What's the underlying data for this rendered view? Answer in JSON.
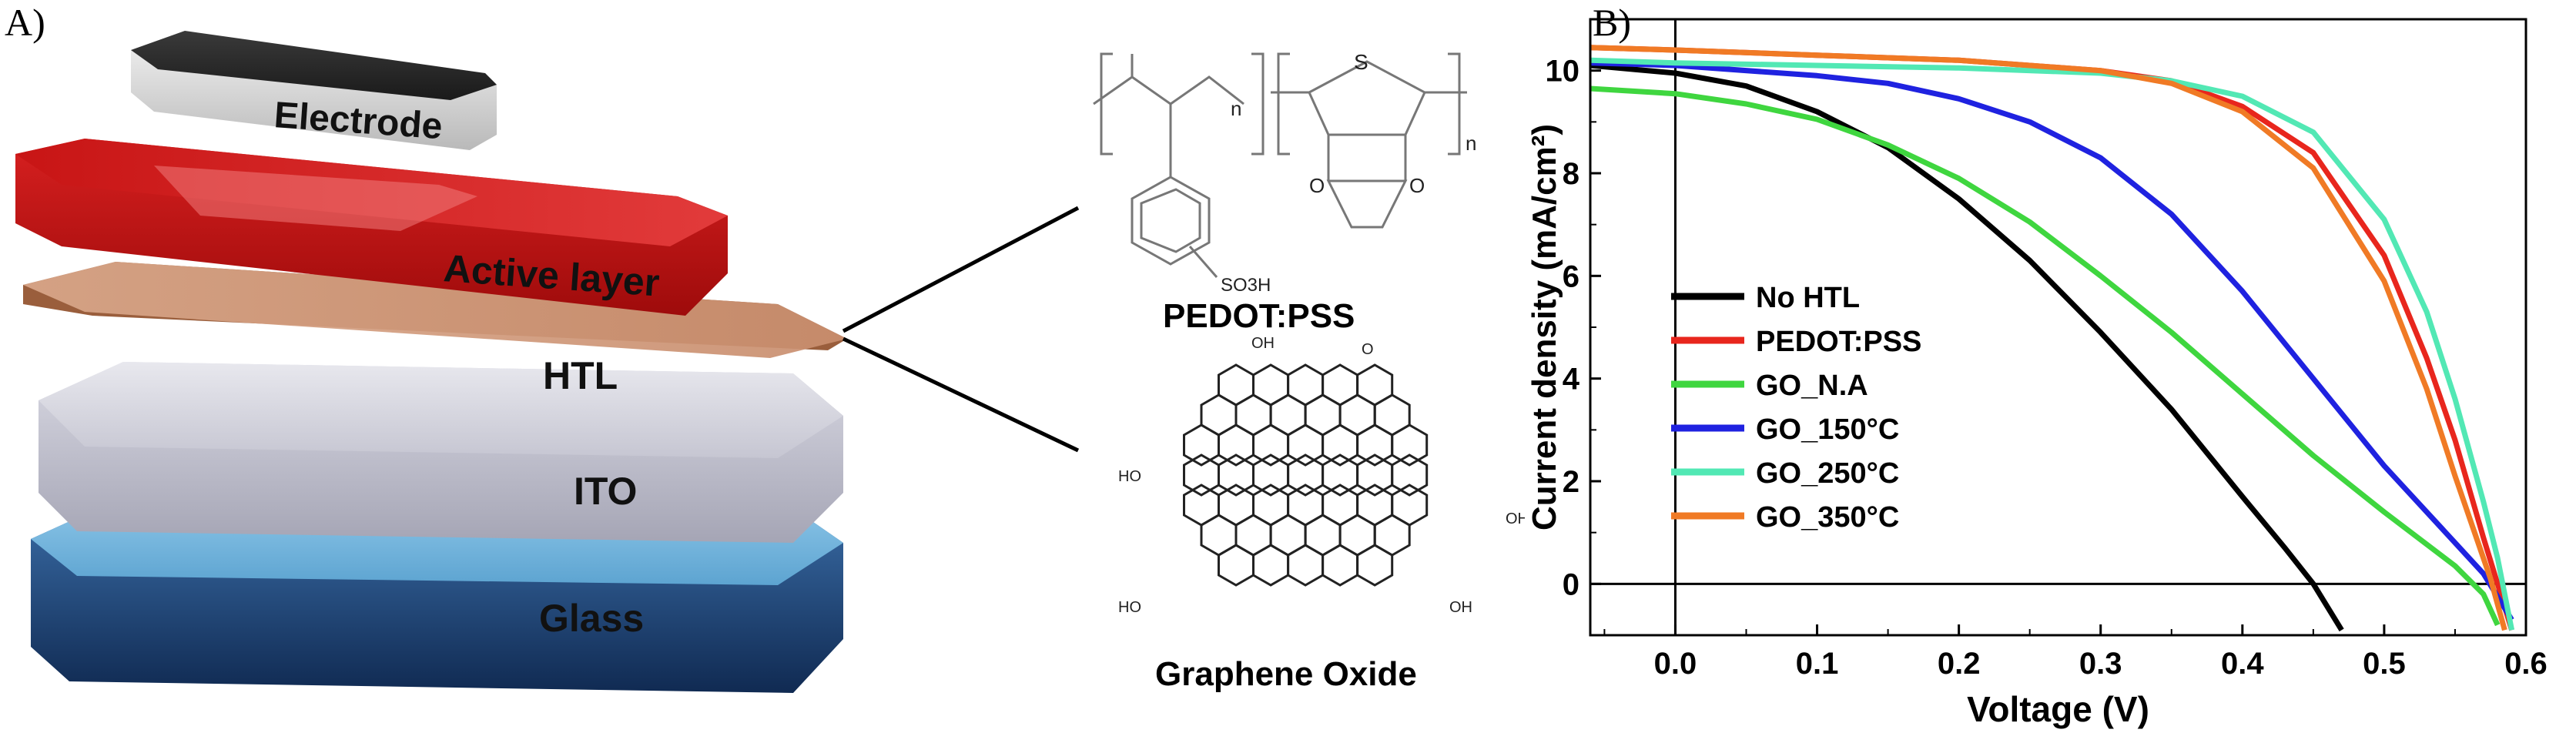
{
  "panel_a_label": "A)",
  "panel_b_label": "B)",
  "layers": {
    "electrode": "Electrode",
    "active": "Active layer",
    "htl": "HTL",
    "ito": "ITO",
    "glass": "Glass"
  },
  "molecules": {
    "pedot_caption": "PEDOT:PSS",
    "go_caption": "Graphene Oxide",
    "so3h": "SO3H",
    "sulfur": "S",
    "oxygen": "O",
    "n_sub": "n",
    "oh": "OH",
    "o": "O",
    "ho": "HO"
  },
  "chart_data": {
    "type": "line",
    "xlabel": "Voltage (V)",
    "ylabel": "Current density (mA/cm²)",
    "xlim": [
      -0.06,
      0.6
    ],
    "ylim": [
      -1,
      11
    ],
    "xticks": [
      0.0,
      0.1,
      0.2,
      0.3,
      0.4,
      0.5,
      0.6
    ],
    "yticks": [
      0,
      2,
      4,
      6,
      8,
      10
    ],
    "legend_position": "middle-left",
    "series": [
      {
        "name": "No HTL",
        "color": "#000000",
        "x": [
          -0.06,
          0.0,
          0.05,
          0.1,
          0.15,
          0.2,
          0.25,
          0.3,
          0.35,
          0.4,
          0.43,
          0.45,
          0.47
        ],
        "y": [
          10.1,
          9.95,
          9.7,
          9.2,
          8.5,
          7.5,
          6.3,
          4.9,
          3.4,
          1.7,
          0.7,
          0.0,
          -0.9
        ]
      },
      {
        "name": "PEDOT:PSS",
        "color": "#e8261d",
        "x": [
          -0.06,
          0.0,
          0.1,
          0.2,
          0.3,
          0.35,
          0.4,
          0.45,
          0.5,
          0.53,
          0.55,
          0.57,
          0.58,
          0.59
        ],
        "y": [
          10.45,
          10.4,
          10.3,
          10.2,
          10.0,
          9.8,
          9.3,
          8.4,
          6.4,
          4.4,
          2.8,
          0.9,
          0.0,
          -0.9
        ]
      },
      {
        "name": "GO_N.A",
        "color": "#3fd63f",
        "x": [
          -0.06,
          0.0,
          0.05,
          0.1,
          0.15,
          0.2,
          0.25,
          0.3,
          0.35,
          0.4,
          0.45,
          0.5,
          0.55,
          0.57,
          0.58
        ],
        "y": [
          9.65,
          9.55,
          9.35,
          9.05,
          8.55,
          7.9,
          7.05,
          6.0,
          4.9,
          3.7,
          2.5,
          1.4,
          0.35,
          -0.2,
          -0.8
        ]
      },
      {
        "name": "GO_150°C",
        "color": "#1f22e0",
        "x": [
          -0.06,
          0.0,
          0.1,
          0.15,
          0.2,
          0.25,
          0.3,
          0.35,
          0.4,
          0.45,
          0.5,
          0.55,
          0.57,
          0.59
        ],
        "y": [
          10.15,
          10.1,
          9.9,
          9.75,
          9.45,
          9.0,
          8.3,
          7.2,
          5.7,
          4.0,
          2.3,
          0.8,
          0.2,
          -0.7
        ]
      },
      {
        "name": "GO_250°C",
        "color": "#52e8b4",
        "x": [
          -0.06,
          0.0,
          0.1,
          0.2,
          0.3,
          0.35,
          0.4,
          0.45,
          0.5,
          0.53,
          0.55,
          0.57,
          0.58,
          0.59
        ],
        "y": [
          10.2,
          10.15,
          10.1,
          10.05,
          9.95,
          9.8,
          9.5,
          8.8,
          7.1,
          5.3,
          3.6,
          1.6,
          0.5,
          -0.9
        ]
      },
      {
        "name": "GO_350°C",
        "color": "#f07a25",
        "x": [
          -0.06,
          0.0,
          0.1,
          0.2,
          0.3,
          0.35,
          0.4,
          0.45,
          0.5,
          0.53,
          0.55,
          0.565,
          0.575,
          0.585
        ],
        "y": [
          10.45,
          10.4,
          10.3,
          10.2,
          10.0,
          9.75,
          9.2,
          8.1,
          5.9,
          3.8,
          2.1,
          0.9,
          0.1,
          -0.9
        ]
      }
    ]
  }
}
